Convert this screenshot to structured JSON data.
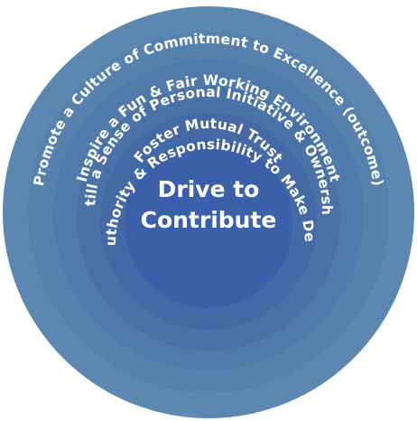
{
  "center": {
    "line1": "Drive to",
    "line2": "Contribute"
  },
  "rings": [
    {
      "label": "Promote a Culture of Commitment to Excellence (outcome)"
    },
    {
      "label": "Inspire a Fun & Fair Working Environment"
    },
    {
      "label": "Foster Mutual Trust"
    },
    {
      "label": "Instill a Sense of Personal Initiative & Ownership"
    },
    {
      "label": "Give Authority & Responsibility to Make Decisions"
    }
  ],
  "colors": {
    "outer": "#5a86b0",
    "inner": "#3b5fa8",
    "text": "#ffffff"
  }
}
